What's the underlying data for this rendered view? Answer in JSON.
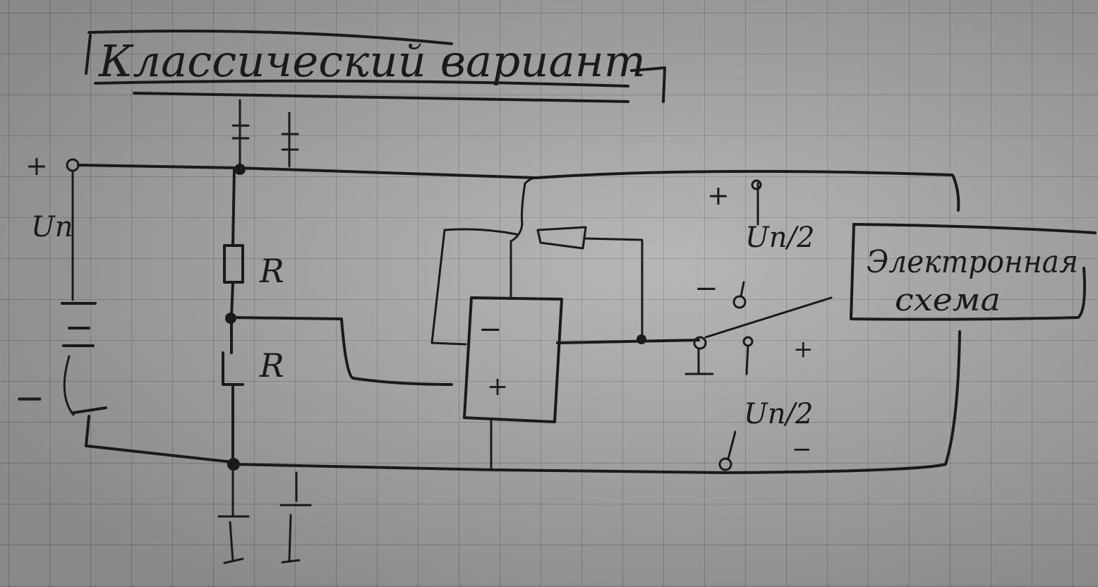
{
  "title": "Классический вариант",
  "labels": {
    "supply_plus": "+",
    "supply_minus": "−",
    "supply_voltage": "Uп",
    "resistor_top": "R",
    "resistor_bottom": "R",
    "opamp_minus": "−",
    "opamp_plus": "+",
    "out_plus": "+",
    "out_minus": "−",
    "half_voltage_top": "Uп/2",
    "half_voltage_bottom": "Uп/2",
    "half_bottom_minus": "−",
    "half_bottom_plus": "+",
    "block_line1": "Электронная",
    "block_line2": "схема"
  }
}
